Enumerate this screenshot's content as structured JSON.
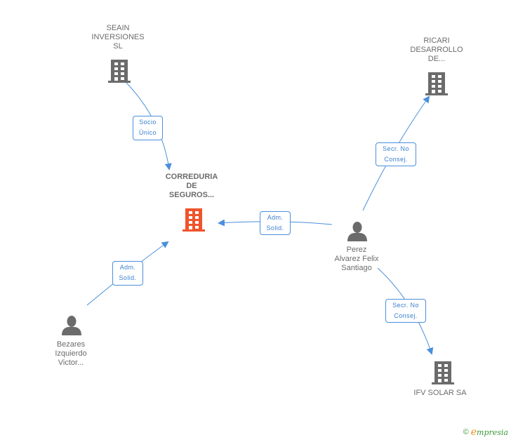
{
  "nodes": {
    "main": {
      "label": "CORREDURIA\nDE\nSEGUROS...",
      "type": "company",
      "color": "#f0542c",
      "icon": "building-icon"
    },
    "seain": {
      "label": "SEAIN\nINVERSIONES\nSL",
      "type": "company",
      "color": "#6b6b6b",
      "icon": "building-icon"
    },
    "ricari": {
      "label": "RICARI\nDESARROLLO\nDE...",
      "type": "company",
      "color": "#6b6b6b",
      "icon": "building-icon"
    },
    "ifv": {
      "label": "IFV SOLAR SA",
      "type": "company",
      "color": "#6b6b6b",
      "icon": "building-icon"
    },
    "perez": {
      "label": "Perez\nAlvarez Felix\nSantiago",
      "type": "person",
      "color": "#6b6b6b",
      "icon": "person-icon"
    },
    "bezares": {
      "label": "Bezares\nIzquierdo\nVictor...",
      "type": "person",
      "color": "#6b6b6b",
      "icon": "person-icon"
    }
  },
  "edges": [
    {
      "from": "seain",
      "to": "main",
      "label": "Socio\nÚnico"
    },
    {
      "from": "perez",
      "to": "main",
      "label": "Adm.\nSolid."
    },
    {
      "from": "bezares",
      "to": "main",
      "label": "Adm.\nSolid."
    },
    {
      "from": "perez",
      "to": "ricari",
      "label": "Secr.  No\nConsej."
    },
    {
      "from": "perez",
      "to": "ifv",
      "label": "Secr.  No\nConsej."
    }
  ],
  "colors": {
    "edge": "#4a8fdc",
    "badge_text": "#3a7fcf",
    "node_gray": "#6b6b6b",
    "node_main": "#f0542c"
  },
  "watermark": {
    "copyright": "©",
    "brand_initial": "e",
    "brand_rest": "mpresia"
  }
}
